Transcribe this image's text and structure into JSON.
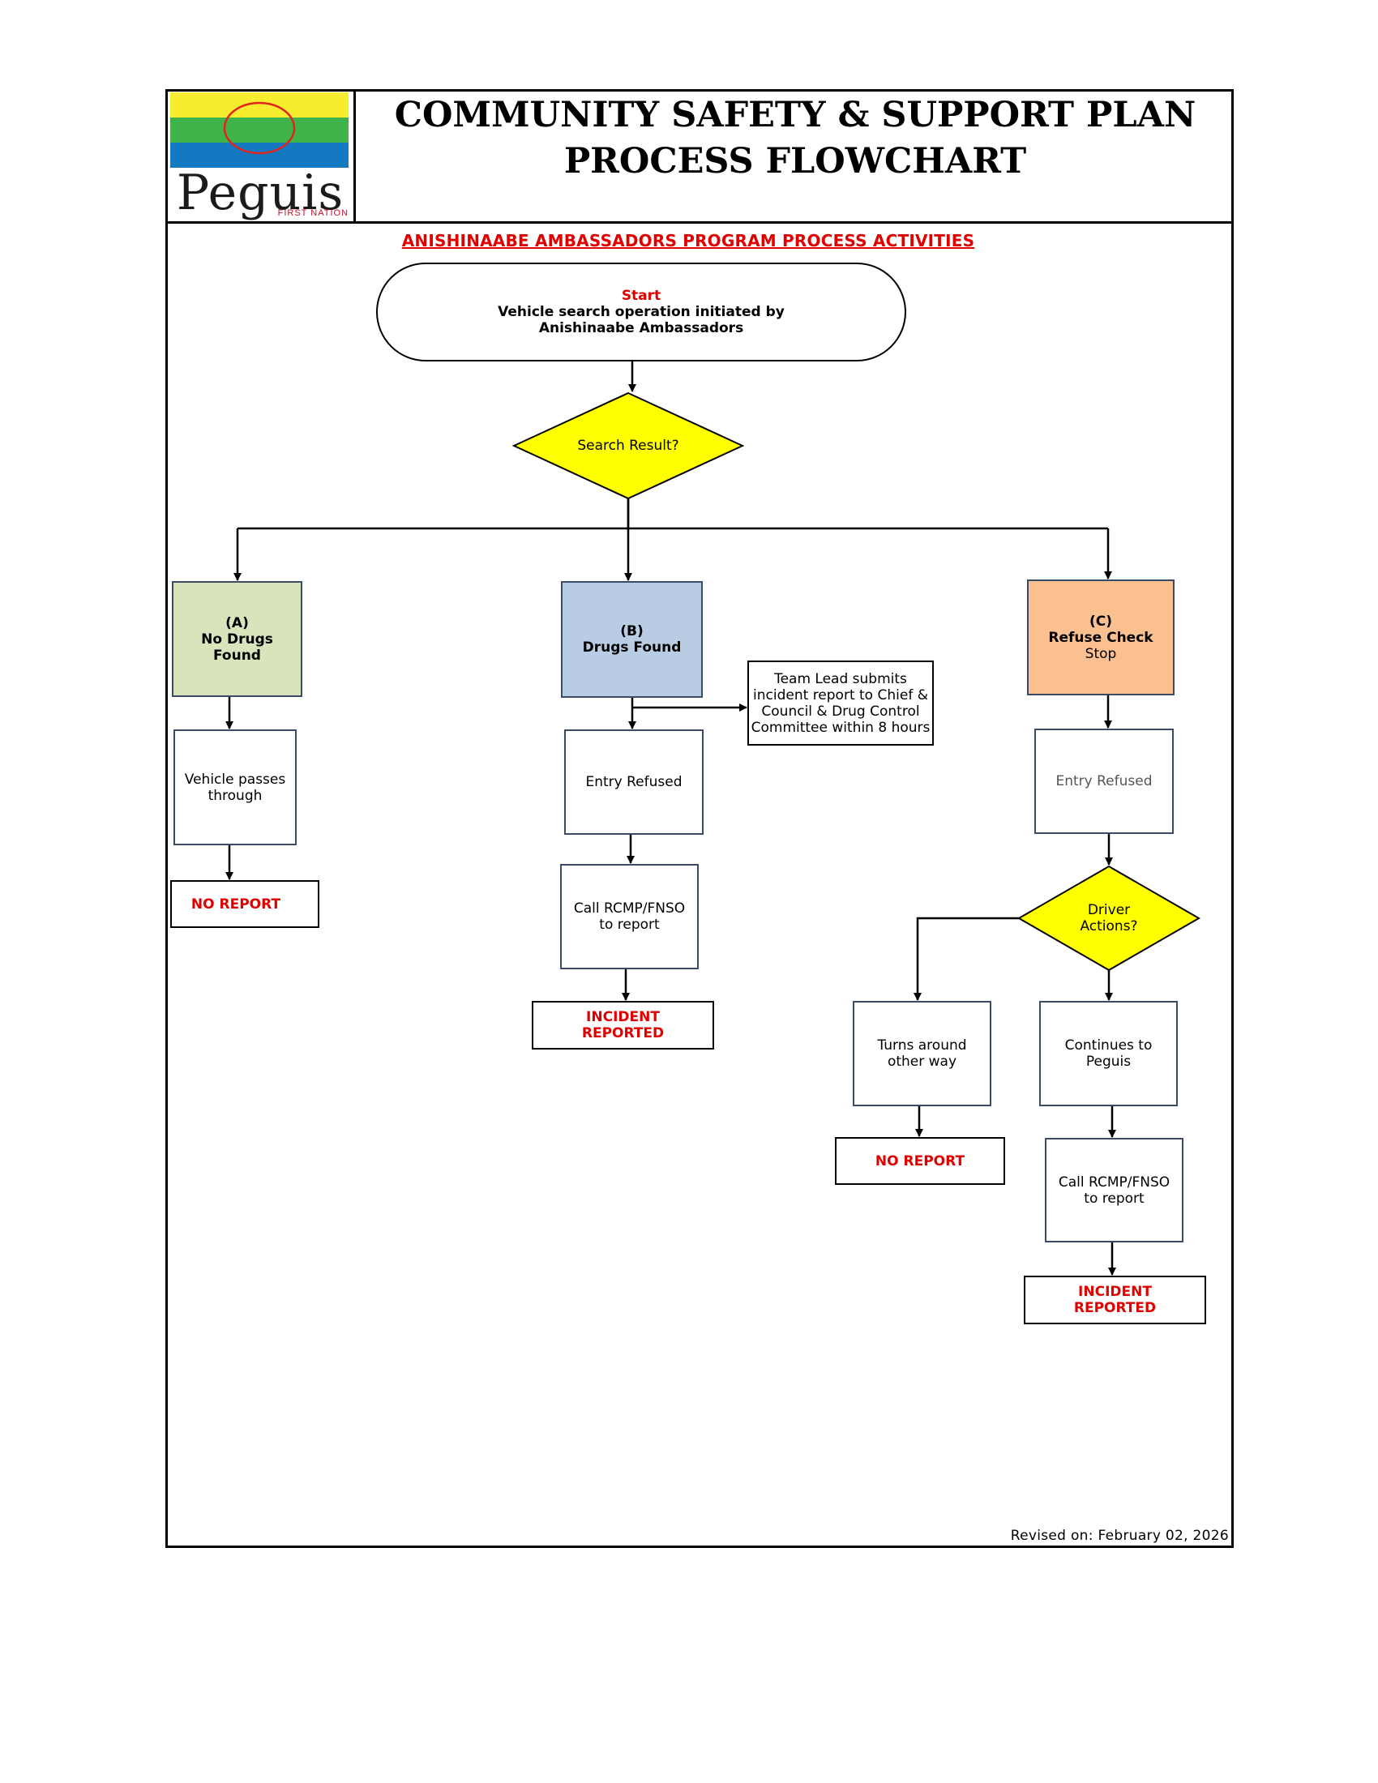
{
  "header": {
    "title_line1": "COMMUNITY SAFETY & SUPPORT PLAN",
    "title_line2": "PROCESS FLOWCHART",
    "logo": {
      "wordmark": "Peguis",
      "subtext": "FIRST NATION",
      "colors": {
        "yellow": "#f7ec2e",
        "green": "#3fb44a",
        "blue": "#1479c2",
        "circle": "#e2231a"
      }
    }
  },
  "section_heading": "ANISHINAABE AMBASSADORS PROGRAM PROCESS ACTIVITIES",
  "colors": {
    "decision": "#ffff00",
    "no_drugs": "#d8e4bc",
    "drugs": "#b8cce4",
    "refuse": "#fac090",
    "alert_text": "#e00000"
  },
  "nodes": {
    "start": {
      "label": "Start",
      "line1": "Vehicle search operation initiated by",
      "line2": "Anishinaabe Ambassadors"
    },
    "search_result": {
      "label": "Search Result?"
    },
    "branch_a": {
      "code": "(A)",
      "line1": "No Drugs",
      "line2": "Found"
    },
    "branch_b": {
      "code": "(B)",
      "line1": "Drugs Found"
    },
    "branch_c": {
      "code": "(C)",
      "line1": "Refuse Check",
      "line2": "Stop"
    },
    "vehicle_passes": {
      "line1": "Vehicle passes",
      "line2": "through"
    },
    "no_report_a": {
      "label": "NO REPORT"
    },
    "team_lead": {
      "line1": "Team Lead submits",
      "line2": "incident report to Chief &",
      "line3": "Council & Drug Control",
      "line4": "Committee within 8 hours"
    },
    "entry_refused_b": {
      "label": "Entry Refused"
    },
    "call_rcmp_b": {
      "line1": "Call RCMP/FNSO",
      "line2": "to report"
    },
    "incident_b": {
      "line1": "INCIDENT",
      "line2": "REPORTED"
    },
    "entry_refused_c": {
      "label": "Entry Refused"
    },
    "driver_actions": {
      "line1": "Driver",
      "line2": "Actions?"
    },
    "turns_around": {
      "line1": "Turns around",
      "line2": "other way"
    },
    "continues": {
      "line1": "Continues to",
      "line2": "Peguis"
    },
    "no_report_c": {
      "label": "NO REPORT"
    },
    "call_rcmp_c": {
      "line1": "Call RCMP/FNSO",
      "line2": "to report"
    },
    "incident_c": {
      "line1": "INCIDENT",
      "line2": "REPORTED"
    }
  },
  "footer": {
    "revised": "Revised on: February 02, 2026"
  }
}
